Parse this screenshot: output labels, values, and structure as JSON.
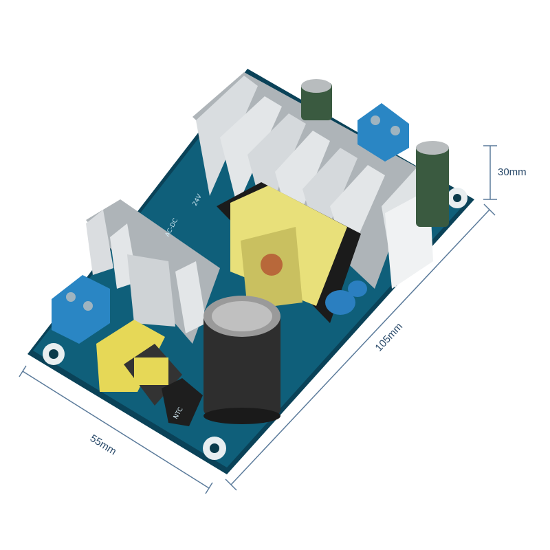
{
  "product": {
    "board_markings": {
      "type_label": "AC-DC",
      "voltage_label": "24V",
      "ntc_label": "NTC"
    }
  },
  "dimensions": {
    "height": "30mm",
    "length": "105mm",
    "width": "55mm"
  },
  "colors": {
    "pcb": "#0f5f7a",
    "heatsink": "#d3d7d9",
    "terminal_block": "#2a86c4",
    "transformer_core": "#e8e07a",
    "capacitor": "#2e2e2e",
    "dimension_line": "#5a7a9a"
  }
}
